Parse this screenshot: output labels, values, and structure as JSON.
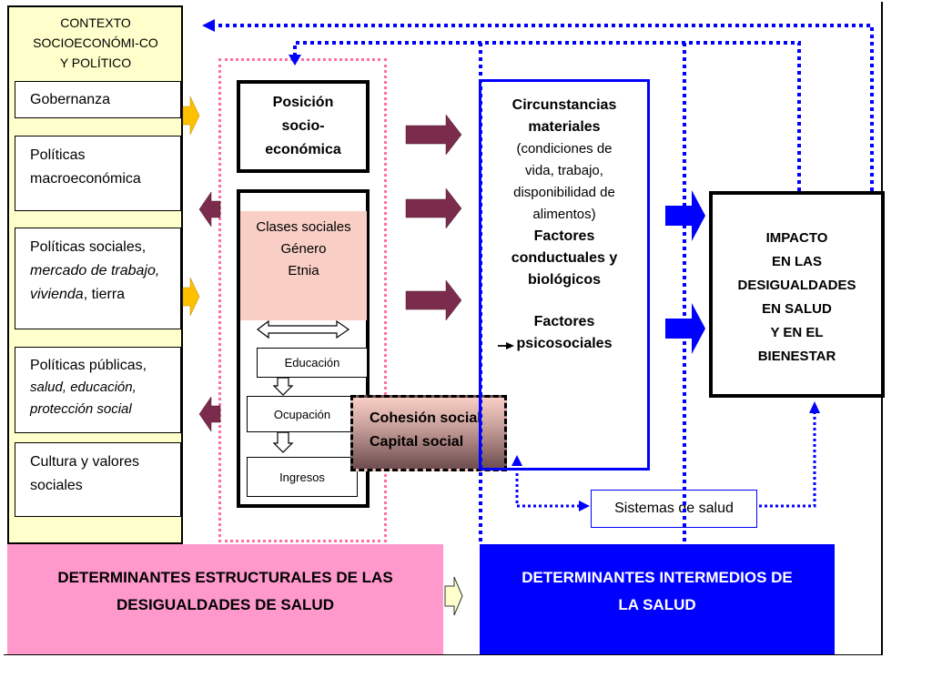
{
  "context": {
    "title_lines": [
      "CONTEXTO",
      "SOCIOECONÓMI-CO",
      "Y POLÍTICO"
    ],
    "gobernanza": "Gobernanza",
    "macro_line1": "Políticas",
    "macro_line2": "macroeconómica",
    "sociales_line1": "Políticas sociales,",
    "sociales_line2": "mercado de trabajo,",
    "sociales_line3_italic": "vivienda",
    "sociales_line3_rest": ", tierra",
    "publicas_line1": "Políticas públicas,",
    "publicas_line2": "salud, educación,",
    "publicas_line3": "protección social",
    "cultura_line1": "Cultura y valores",
    "cultura_line2": "sociales"
  },
  "structural": {
    "posicion_lines": [
      "Posición",
      "socio-",
      "económica"
    ],
    "clases_lines": [
      "Clases sociales",
      "Género",
      "Etnia"
    ],
    "educacion": "Educación",
    "ocupacion": "Ocupación",
    "ingresos": "Ingresos",
    "cohesion_lines": [
      "Cohesión social",
      "Capital social"
    ]
  },
  "intermediate": {
    "circ_line1": "Circunstancias",
    "circ_line2": "materiales",
    "cond_lines": [
      "(condiciones de",
      "vida, trabajo,",
      "disponibilidad de",
      "alimentos)"
    ],
    "factores_lines": [
      "Factores",
      "conductuales y",
      "biológicos"
    ],
    "psico_lines": [
      "Factores",
      "psicosociales"
    ]
  },
  "impact_lines": [
    "IMPACTO",
    "EN LAS",
    "DESIGUALDADES",
    "EN SALUD",
    "Y EN EL",
    "BIENESTAR"
  ],
  "sistemas": "Sistemas de salud",
  "banners": {
    "structural_line1": "DETERMINANTES ESTRUCTURALES DE LAS",
    "structural_line2": "DESIGUALDADES DE SALUD",
    "intermediate_line1": "DETERMINANTES INTERMEDIOS DE",
    "intermediate_line2": "LA SALUD"
  },
  "colors": {
    "context_bg": "#ffffcc",
    "pink_dotted": "#ff6fa2",
    "maroon_arrow": "#7b2c4d",
    "blue": "#0000ff",
    "gold_arrow": "#ffc000",
    "clases_fill": "#f9cfc5",
    "banner_pink": "#ff99cc"
  }
}
